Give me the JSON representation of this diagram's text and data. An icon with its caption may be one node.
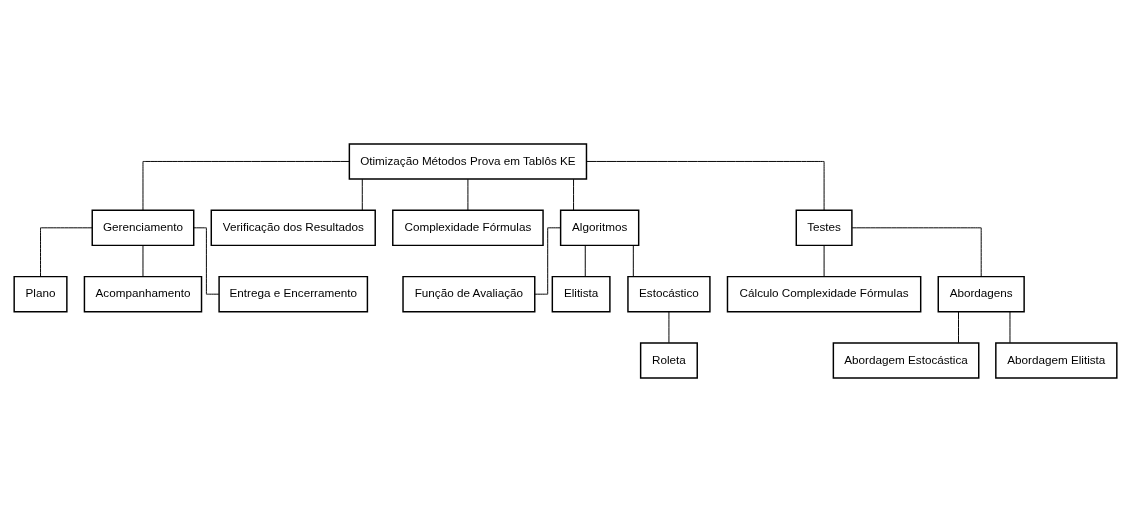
{
  "diagram": {
    "nodes": [
      {
        "text": [
          "Otimização Métodos Prova em Tablôs KE"
        ]
      },
      {
        "text": [
          "Gerenciamento"
        ]
      },
      {
        "text": [
          "Verificação dos Resultados"
        ]
      },
      {
        "text": [
          "Complexidade Fórmulas"
        ]
      },
      {
        "text": [
          "Algoritmos"
        ]
      },
      {
        "text": [
          "Testes"
        ]
      },
      {
        "text": [
          "Plano"
        ]
      },
      {
        "text": [
          "Acompanhamento"
        ]
      },
      {
        "text": [
          "Entrega e Encerramento"
        ]
      },
      {
        "text": [
          "Função de Avaliação"
        ]
      },
      {
        "text": [
          "Elitista"
        ]
      },
      {
        "text": [
          "Estocástico"
        ]
      },
      {
        "text": [
          "Roleta"
        ]
      },
      {
        "text": [
          "Cálculo Complexidade Fórmulas"
        ]
      },
      {
        "text": [
          "Abordagens"
        ]
      },
      {
        "text": [
          "Abordagem Estocástica"
        ]
      },
      {
        "text": [
          "Abordagem Elitista"
        ]
      }
    ],
    "edges": [
      {
        "from": 0,
        "to": 1,
        "arrow": "none"
      },
      {
        "from": 0,
        "to": 2,
        "arrow": "none"
      },
      {
        "from": 0,
        "to": 3,
        "arrow": "none"
      },
      {
        "from": 0,
        "to": 4,
        "arrow": "none"
      },
      {
        "from": 0,
        "to": 5,
        "arrow": "none"
      },
      {
        "from": 1,
        "to": 6,
        "arrow": "none"
      },
      {
        "from": 1,
        "to": 7,
        "arrow": "none"
      },
      {
        "from": 1,
        "to": 8,
        "arrow": "none"
      },
      {
        "from": 4,
        "to": 9,
        "arrow": "none"
      },
      {
        "from": 4,
        "to": 10,
        "arrow": "none"
      },
      {
        "from": 4,
        "to": 11,
        "arrow": "none"
      },
      {
        "from": 11,
        "to": 12,
        "arrow": "none"
      },
      {
        "from": 5,
        "to": 13,
        "arrow": "none"
      },
      {
        "from": 5,
        "to": 14,
        "arrow": "none"
      },
      {
        "from": 14,
        "to": 15,
        "arrow": "none"
      },
      {
        "from": 14,
        "to": 16,
        "arrow": "none"
      }
    ]
  }
}
